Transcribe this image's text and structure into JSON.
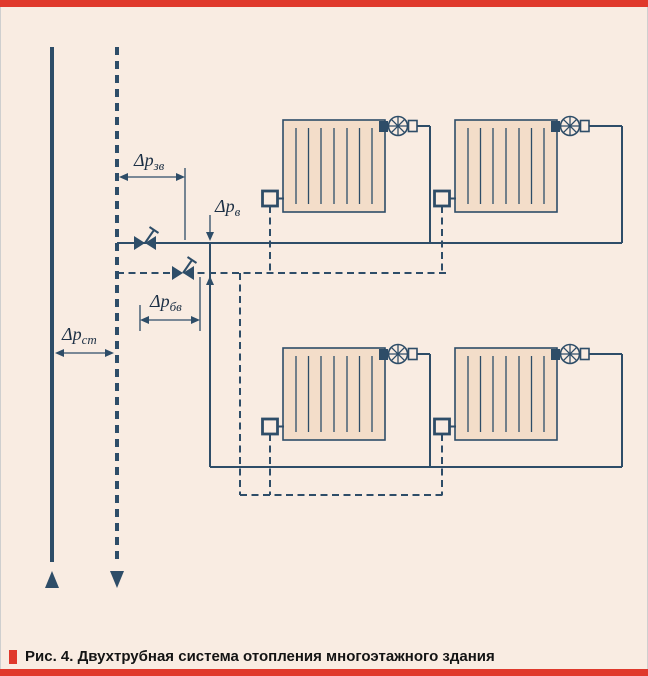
{
  "figure": {
    "caption": "Рис. 4. Двухтрубная система отопления многоэтажного здания"
  },
  "labels": {
    "dp_zv": {
      "base": "Δp",
      "sub": "зв"
    },
    "dp_v": {
      "base": "Δp",
      "sub": "в"
    },
    "dp_bv": {
      "base": "Δp",
      "sub": "бв"
    },
    "dp_st": {
      "base": "Δp",
      "sub": "ст"
    }
  },
  "colors": {
    "accent_red": "#e0392c",
    "line": "#2e4d68",
    "radiator_fill": "#f3ddc9",
    "background": "#f9ece2"
  }
}
